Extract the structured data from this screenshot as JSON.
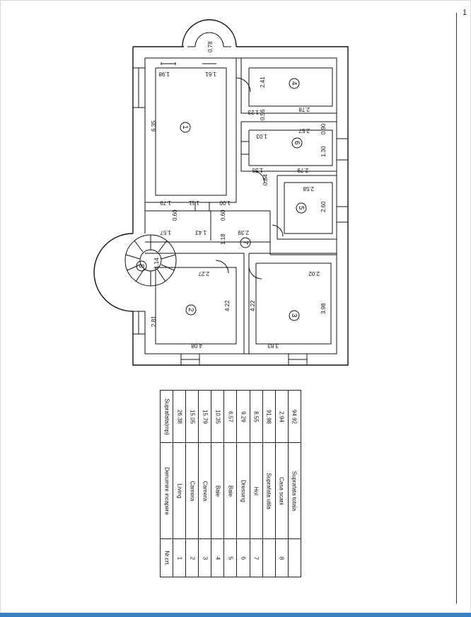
{
  "dimensions": {
    "d_078": "0.78",
    "d_198": "1.98",
    "d_161": "1.61",
    "d_635": "6.35",
    "d_241": "2.41",
    "d_278": "2.78",
    "d_056": "0.56",
    "d_123": "1.23",
    "d_257": "2.57",
    "d_090": "0.90",
    "d_103": "1.03",
    "d_130": "1.30",
    "d_279": "2.79",
    "d_135": "1.35",
    "d_084": "0.84",
    "d_258": "2.58",
    "d_260": "2.60",
    "d_179": "1.79",
    "d_111": "1.11",
    "d_100": "1.00",
    "d_060a": "0.60",
    "d_060b": "0.60",
    "d_157": "1.57",
    "d_143": "1.43",
    "d_239": "2.39",
    "d_118": "1.18",
    "d_114": "1.14",
    "d_227": "2.27",
    "d_202": "2.02",
    "d_398": "3.98",
    "d_422a": "4.22",
    "d_422b": "4.22",
    "d_281": "2.81",
    "d_408": "4.08",
    "d_383": "3.83"
  },
  "rooms": [
    "1",
    "2",
    "3",
    "4",
    "5",
    "6",
    "7",
    "8"
  ],
  "table": {
    "headers": [
      "Nr.crt.",
      "Denumire incapere",
      "Suprafata(mp)"
    ],
    "rows": [
      [
        "1",
        "Living",
        "26.38"
      ],
      [
        "2",
        "Camera",
        "15.05"
      ],
      [
        "3",
        "Camera",
        "15.79"
      ],
      [
        "4",
        "Baie",
        "10.35"
      ],
      [
        "5",
        "Baie",
        "6.57"
      ],
      [
        "6",
        "Dressing",
        "9.29"
      ],
      [
        "7",
        "Hol",
        "8.55"
      ],
      [
        "",
        "Suprafata utila",
        "91.98"
      ],
      [
        "8",
        "Casa scarii",
        "2.94"
      ],
      [
        "",
        "Suprafata totala",
        "94.92"
      ]
    ]
  },
  "page_mark": "1"
}
